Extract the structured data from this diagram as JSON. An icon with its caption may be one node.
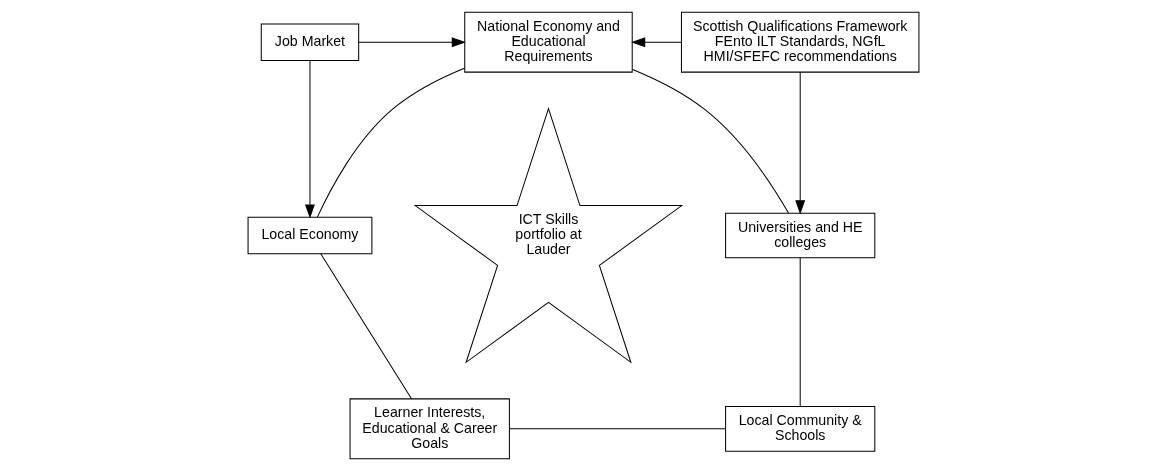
{
  "diagram": {
    "nodes": [
      {
        "text": [
          "Job Market"
        ]
      },
      {
        "text": [
          "National Economy and Educational Requirements"
        ]
      },
      {
        "text": [
          "Scottish Qualifications Framework FEnto ILT Standards, NGfL HMI/SFEFC recommendations"
        ]
      },
      {
        "text": [
          "Local Economy"
        ]
      },
      {
        "text": [
          "Universities and HE colleges"
        ]
      },
      {
        "text": [
          "ICT Skills portfolio at Lauder"
        ]
      },
      {
        "text": [
          "Learner Interests, Educational & Career Goals"
        ]
      },
      {
        "text": [
          "Local Community & Schools"
        ]
      }
    ],
    "edges": [
      {
        "from": 0,
        "to": 1,
        "arrow": "to"
      },
      {
        "from": 0,
        "to": 3,
        "arrow": "to"
      },
      {
        "from": 2,
        "to": 1,
        "arrow": "to"
      },
      {
        "from": 2,
        "to": 4,
        "arrow": "to"
      },
      {
        "from": 1,
        "to": 4,
        "arrow": "none"
      },
      {
        "from": 4,
        "to": 7,
        "arrow": "none"
      },
      {
        "from": 7,
        "to": 6,
        "arrow": "none"
      },
      {
        "from": 6,
        "to": 3,
        "arrow": "none"
      },
      {
        "from": 3,
        "to": 1,
        "arrow": "none"
      }
    ]
  }
}
